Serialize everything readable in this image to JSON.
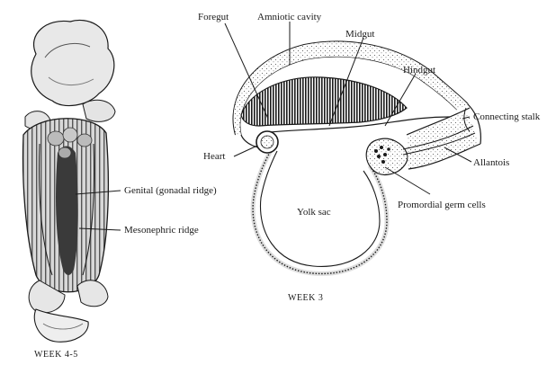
{
  "left_panel": {
    "labels": {
      "genital_ridge": "Genital (gonadal ridge)",
      "mesonephric_ridge": "Mesonephric ridge"
    },
    "caption": "WEEK 4-5"
  },
  "right_panel": {
    "labels": {
      "foregut": "Foregut",
      "amniotic_cavity": "Amniotic cavity",
      "midgut": "Midgut",
      "hindgut": "Hindgut",
      "connecting_stalk": "Connecting stalk",
      "heart": "Heart",
      "allantois": "Allantois",
      "yolk_sac": "Yolk sac",
      "primordial_germ_cells": "Promordial germ cells"
    },
    "caption": "WEEK 3"
  },
  "colors": {
    "ink": "#1a1a1a",
    "paper": "#ffffff",
    "shade": "#9a9a9a"
  }
}
